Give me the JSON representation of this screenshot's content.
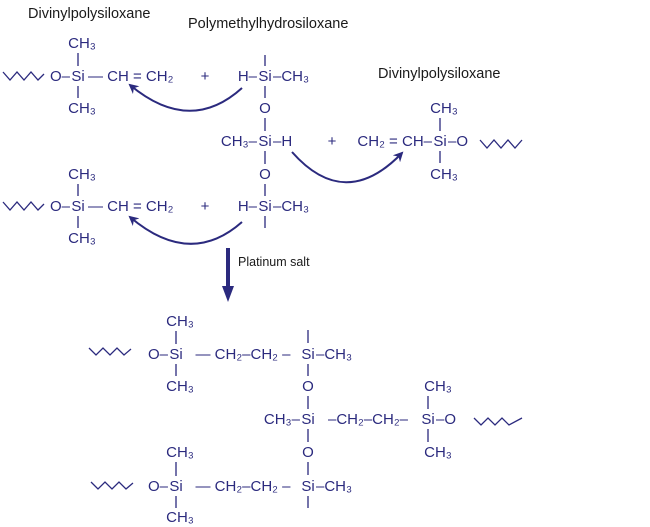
{
  "titles": {
    "divinyl_left": "Divinylpolysiloxane",
    "pmhs": "Polymethylhydrosiloxane",
    "divinyl_right": "Divinylpolysiloxane"
  },
  "catalyst": "Platinum salt",
  "atoms": {
    "si": "Si",
    "o": "O",
    "ch3": "CH₃",
    "plus": "+"
  },
  "groups": {
    "o_left": "O–",
    "vinyl_right": "— CH = CH₂",
    "h_left": "H–",
    "ch3_right": "–CH₃",
    "ch3_left": "CH₃–",
    "h_right": "–H",
    "vinyl_left": "CH₂ = CH–",
    "o_right": "–O",
    "ethylene_a": "— CH₂–CH₂ –",
    "ethylene_b": "–CH₂–CH₂–"
  },
  "colors": {
    "ink": "#2b2a7e"
  }
}
